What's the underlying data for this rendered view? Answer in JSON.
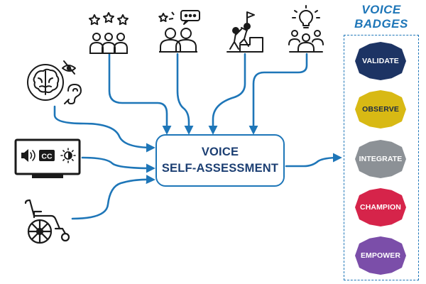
{
  "center": {
    "line1": "VOICE",
    "line2": "SELF-ASSESSMENT"
  },
  "badges": {
    "title_line1": "VOICE",
    "title_line2": "BADGES",
    "items": [
      {
        "label": "VALIDATE",
        "color": "#1d3464",
        "text_color": "#ffffff"
      },
      {
        "label": "OBSERVE",
        "color": "#d8b914",
        "text_color": "#1d2a44"
      },
      {
        "label": "INTEGRATE",
        "color": "#8c9196",
        "text_color": "#ffffff"
      },
      {
        "label": "CHAMPION",
        "color": "#d6244a",
        "text_color": "#ffffff"
      },
      {
        "label": "EMPOWER",
        "color": "#7b4ea9",
        "text_color": "#ffffff"
      }
    ]
  },
  "colors": {
    "arrow": "#1e76b8",
    "icon": "#1a1a1a"
  },
  "icons": [
    "group-rating-icon",
    "collaboration-chat-icon",
    "teamwork-summit-icon",
    "idea-team-icon",
    "brain-accessibility-icon",
    "tv-captions-icon",
    "wheelchair-icon"
  ]
}
